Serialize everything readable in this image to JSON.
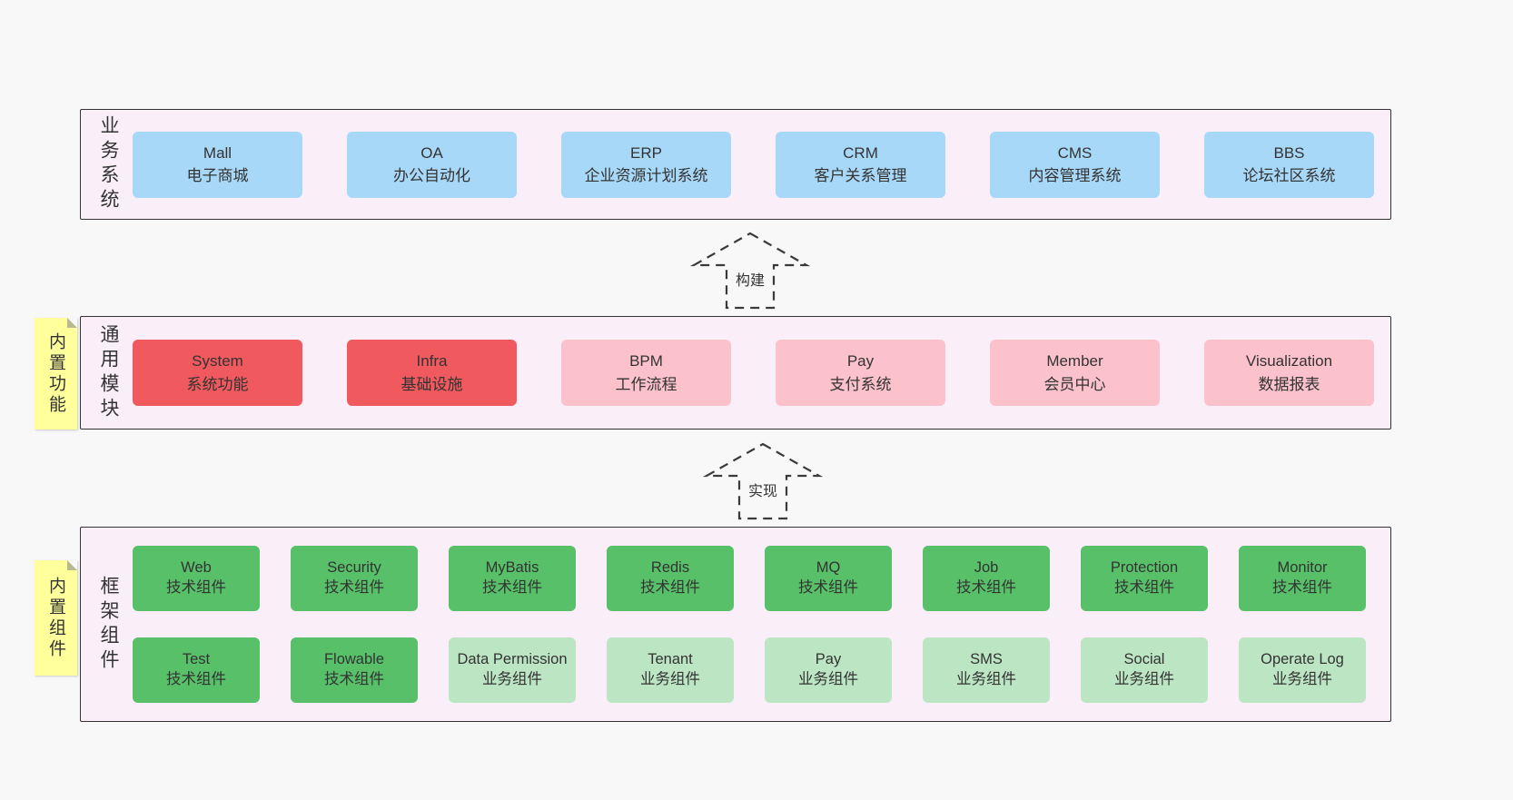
{
  "colors": {
    "page_bg": "#f8f8f8",
    "panel_bg": "#faeff8",
    "panel_border": "#333333",
    "blue": "#a8d8f7",
    "red": "#f0595e",
    "pink": "#fbc2cc",
    "green_dark": "#57c068",
    "green_light": "#bce5c3",
    "tag_bg": "#ffff9c"
  },
  "arrows": [
    {
      "label": "构建"
    },
    {
      "label": "实现"
    }
  ],
  "tags": [
    {
      "label": "内置功能"
    },
    {
      "label": "内置组件"
    }
  ],
  "sections": [
    {
      "label": "业务系统",
      "rows": [
        [
          {
            "title": "Mall",
            "subtitle": "电子商城",
            "variant": "blue"
          },
          {
            "title": "OA",
            "subtitle": "办公自动化",
            "variant": "blue"
          },
          {
            "title": "ERP",
            "subtitle": "企业资源计划系统",
            "variant": "blue"
          },
          {
            "title": "CRM",
            "subtitle": "客户关系管理",
            "variant": "blue"
          },
          {
            "title": "CMS",
            "subtitle": "内容管理系统",
            "variant": "blue"
          },
          {
            "title": "BBS",
            "subtitle": "论坛社区系统",
            "variant": "blue"
          }
        ]
      ]
    },
    {
      "label": "通用模块",
      "rows": [
        [
          {
            "title": "System",
            "subtitle": "系统功能",
            "variant": "red"
          },
          {
            "title": "Infra",
            "subtitle": "基础设施",
            "variant": "red"
          },
          {
            "title": "BPM",
            "subtitle": "工作流程",
            "variant": "pink"
          },
          {
            "title": "Pay",
            "subtitle": "支付系统",
            "variant": "pink"
          },
          {
            "title": "Member",
            "subtitle": "会员中心",
            "variant": "pink"
          },
          {
            "title": "Visualization",
            "subtitle": "数据报表",
            "variant": "pink"
          }
        ]
      ]
    },
    {
      "label": "框架组件",
      "rows": [
        [
          {
            "title": "Web",
            "subtitle": "技术组件",
            "variant": "green_dark"
          },
          {
            "title": "Security",
            "subtitle": "技术组件",
            "variant": "green_dark"
          },
          {
            "title": "MyBatis",
            "subtitle": "技术组件",
            "variant": "green_dark"
          },
          {
            "title": "Redis",
            "subtitle": "技术组件",
            "variant": "green_dark"
          },
          {
            "title": "MQ",
            "subtitle": "技术组件",
            "variant": "green_dark"
          },
          {
            "title": "Job",
            "subtitle": "技术组件",
            "variant": "green_dark"
          },
          {
            "title": "Protection",
            "subtitle": "技术组件",
            "variant": "green_dark"
          },
          {
            "title": "Monitor",
            "subtitle": "技术组件",
            "variant": "green_dark"
          }
        ],
        [
          {
            "title": "Test",
            "subtitle": "技术组件",
            "variant": "green_dark"
          },
          {
            "title": "Flowable",
            "subtitle": "技术组件",
            "variant": "green_dark"
          },
          {
            "title": "Data Permission",
            "subtitle": "业务组件",
            "variant": "green_light"
          },
          {
            "title": "Tenant",
            "subtitle": "业务组件",
            "variant": "green_light"
          },
          {
            "title": "Pay",
            "subtitle": "业务组件",
            "variant": "green_light"
          },
          {
            "title": "SMS",
            "subtitle": "业务组件",
            "variant": "green_light"
          },
          {
            "title": "Social",
            "subtitle": "业务组件",
            "variant": "green_light"
          },
          {
            "title": "Operate Log",
            "subtitle": "业务组件",
            "variant": "green_light"
          }
        ]
      ]
    }
  ]
}
